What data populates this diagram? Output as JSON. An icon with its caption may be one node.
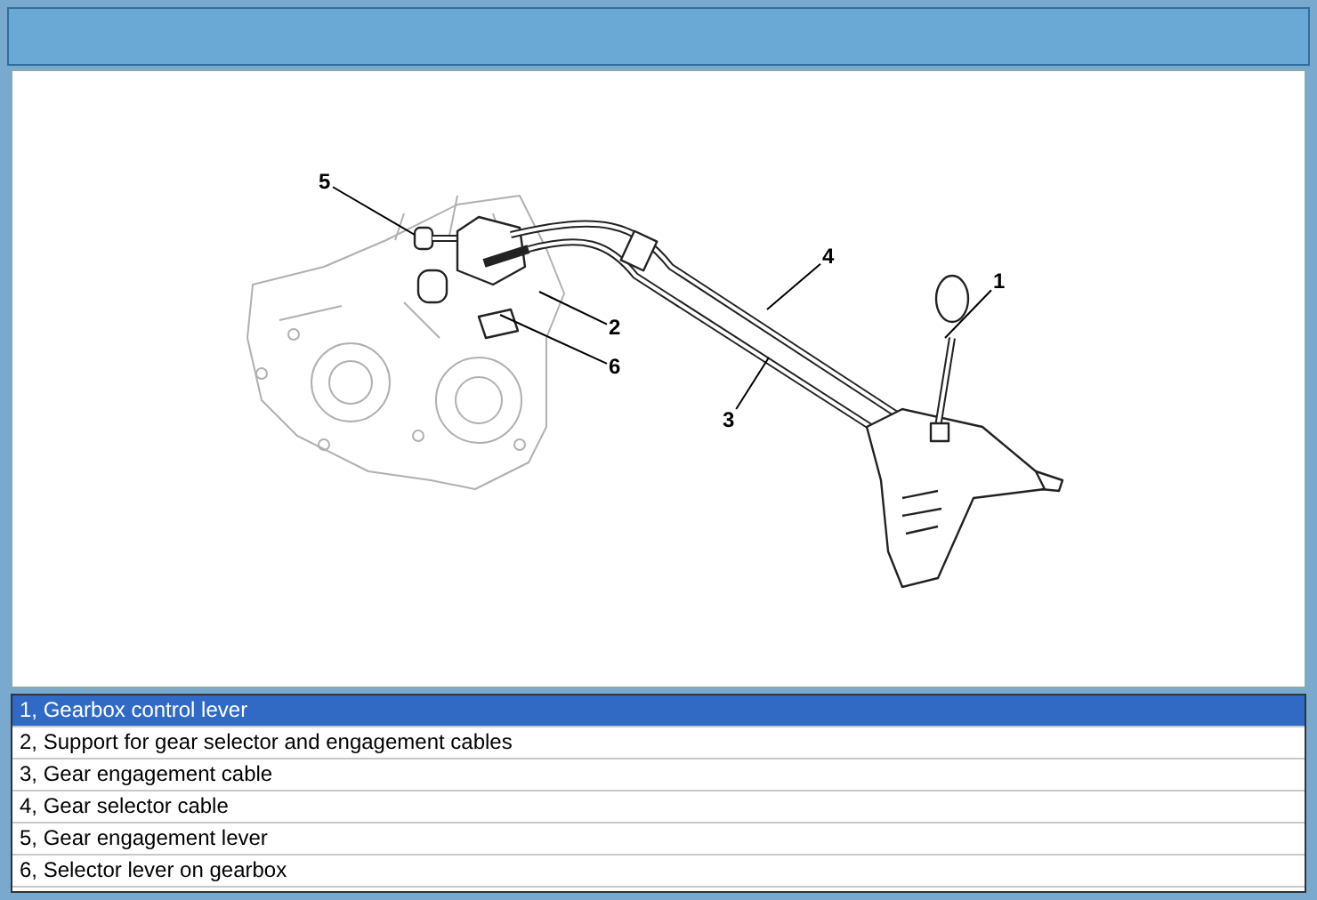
{
  "diagram": {
    "nodes": [
      {
        "text": [
          "5"
        ]
      },
      {
        "text": [
          "4"
        ]
      },
      {
        "text": [
          "1"
        ]
      },
      {
        "text": [
          "2"
        ]
      },
      {
        "text": [
          "6"
        ]
      },
      {
        "text": [
          "3"
        ]
      }
    ],
    "edges": [
      {
        "from": 0,
        "to": null,
        "arrow": "none"
      },
      {
        "from": 1,
        "to": null,
        "arrow": "none"
      },
      {
        "from": 2,
        "to": null,
        "arrow": "none"
      },
      {
        "from": 3,
        "to": null,
        "arrow": "none"
      },
      {
        "from": 4,
        "to": null,
        "arrow": "none"
      },
      {
        "from": 5,
        "to": null,
        "arrow": "none"
      }
    ],
    "labels": [
      "1, Gearbox control lever",
      "2, Support for gear selector and engagement cables",
      "3, Gear engagement cable",
      "4, Gear selector cable",
      "5, Gear engagement lever",
      "6, Selector lever on gearbox"
    ]
  }
}
